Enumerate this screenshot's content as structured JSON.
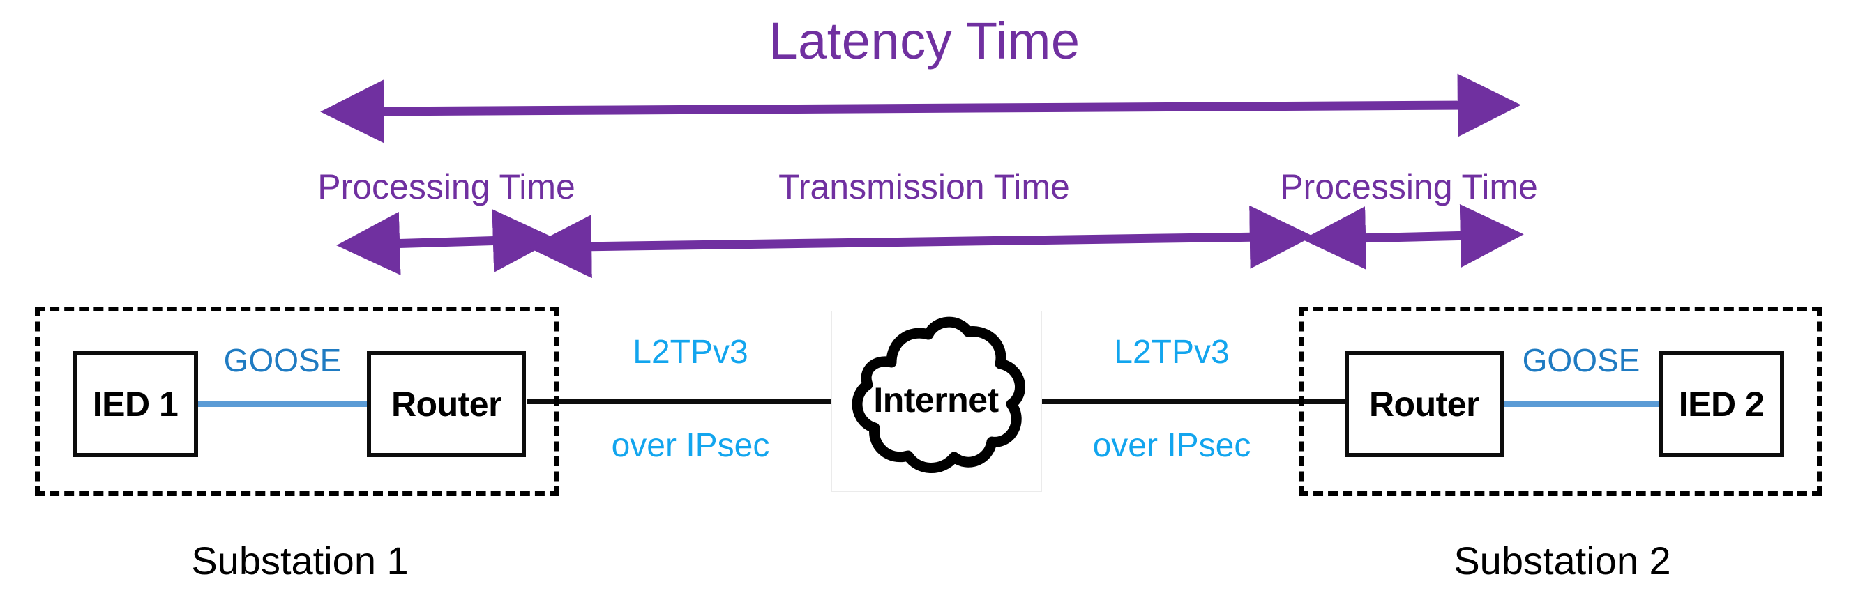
{
  "diagram": {
    "title": "Latency Time",
    "accent_purple": "#7030A0",
    "accent_blue_goose": "#1F7BC2",
    "accent_blue_tunnel": "#12A5EE",
    "node_black": "#000000"
  },
  "timing": {
    "latency": {
      "label": "Latency Time",
      "arrow": "double-headed-arrow-latency"
    },
    "segments": [
      {
        "label": "Processing Time",
        "arrow": "double-headed-arrow-processing-1"
      },
      {
        "label": "Transmission Time",
        "arrow": "double-headed-arrow-transmission"
      },
      {
        "label": "Processing Time",
        "arrow": "double-headed-arrow-processing-2"
      }
    ]
  },
  "network": {
    "substation_1": {
      "caption": "Substation 1",
      "left_node": "IED 1",
      "right_node": "Router",
      "link_label": "GOOSE"
    },
    "substation_2": {
      "caption": "Substation 2",
      "left_node": "Router",
      "right_node": "IED 2",
      "link_label": "GOOSE"
    },
    "cloud": {
      "label": "Internet"
    },
    "tunnel_left": {
      "line1": "L2TPv3",
      "line2": "over IPsec"
    },
    "tunnel_right": {
      "line1": "L2TPv3",
      "line2": "over IPsec"
    }
  }
}
